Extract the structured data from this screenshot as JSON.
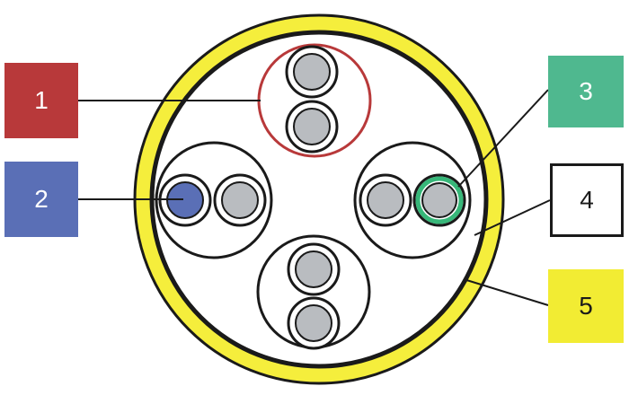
{
  "labels": [
    {
      "id": "1",
      "text": "1",
      "color": "#b8393a",
      "text_color": "#ffffff",
      "part": "twisted-pair-red-outline"
    },
    {
      "id": "2",
      "text": "2",
      "color": "#5a6fb6",
      "text_color": "#ffffff",
      "part": "conductor-blue"
    },
    {
      "id": "3",
      "text": "3",
      "color": "#4fb88f",
      "text_color": "#ffffff",
      "part": "conductor-green-insulation"
    },
    {
      "id": "4",
      "text": "4",
      "color": "#ffffff",
      "text_color": "#1a1a1a",
      "part": "inner-sheath-black-ring"
    },
    {
      "id": "5",
      "text": "5",
      "color": "#f2ec33",
      "text_color": "#1a1a1a",
      "part": "outer-jacket-yellow"
    }
  ],
  "colors": {
    "jacket_yellow": "#f5ee3c",
    "ring_black": "#1a1a1a",
    "pair_outline_red": "#b8393a",
    "pair_outline_black": "#1a1a1a",
    "conductor_grey": "#b9bcc0",
    "conductor_blue": "#5a6fb6",
    "insulation_green": "#37b779"
  }
}
